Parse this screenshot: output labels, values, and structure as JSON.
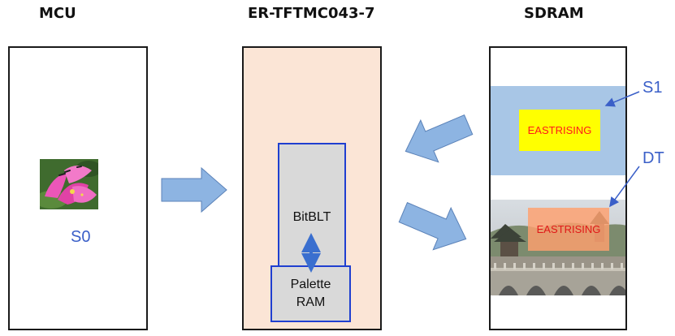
{
  "headings": {
    "mcu": "MCU",
    "module": "ER-TFTMC043-7",
    "sdram": "SDRAM"
  },
  "mcu": {
    "source_label": "S0"
  },
  "module": {
    "bitblt_label": "BitBLT",
    "palette_line1": "Palette",
    "palette_line2": "RAM"
  },
  "sdram": {
    "s1_text": "EASTRISING",
    "dt_text": "EASTRISING"
  },
  "callouts": {
    "s1": "S1",
    "dt": "DT"
  },
  "colors": {
    "arrow_fill": "#8db4e2",
    "arrow_stroke": "#5b82b8",
    "label_blue": "#3a5fc8",
    "block_border": "#1f3fd0",
    "module_background": "#fbe5d6",
    "s1_area": "#a8c6e6",
    "highlight_yellow": "#ffff00",
    "text_red": "#ff1a1a"
  }
}
